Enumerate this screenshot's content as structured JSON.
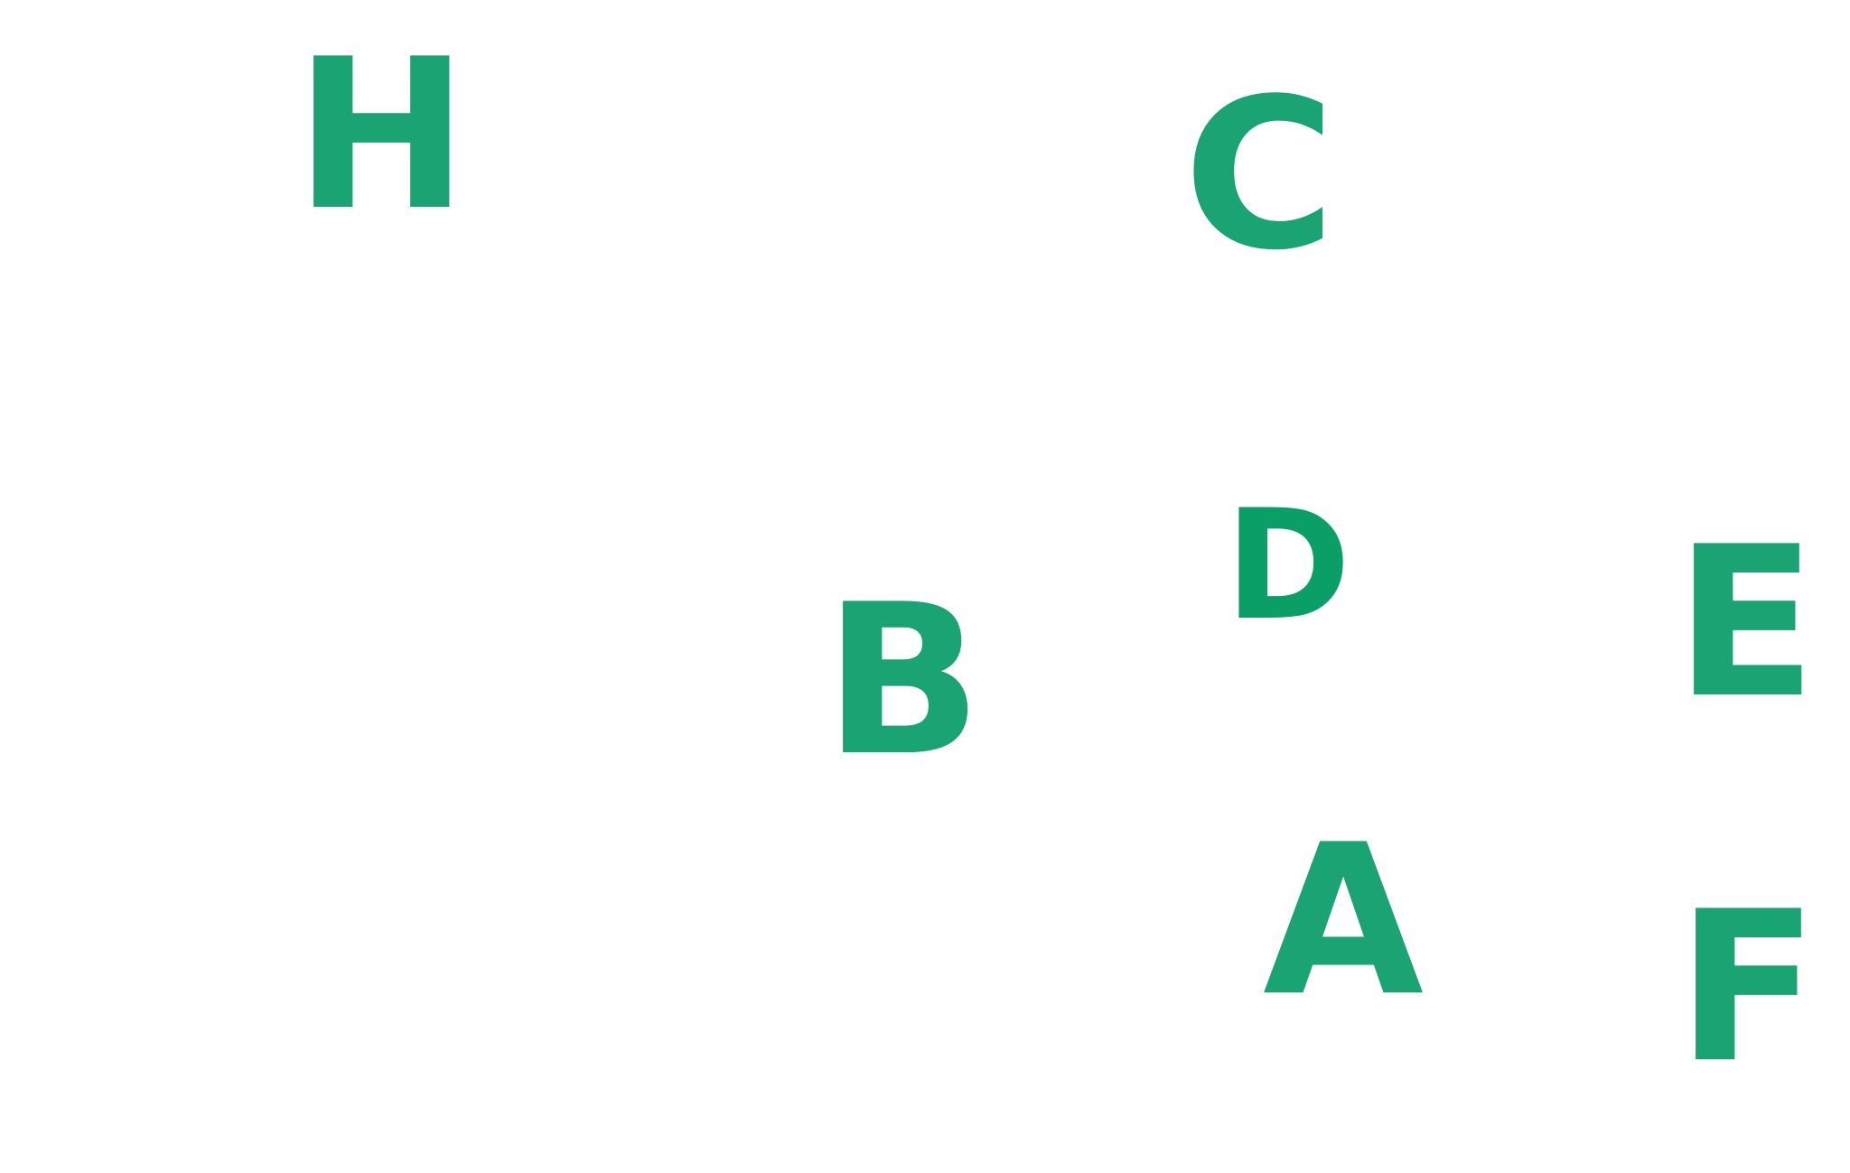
{
  "letters": {
    "h": "H",
    "c": "C",
    "d": "D",
    "e": "E",
    "b": "B",
    "a": "A",
    "f": "F"
  },
  "colors": {
    "letter": "#1aa373",
    "letter_d": "#0b9f68",
    "background": "#ffffff"
  }
}
